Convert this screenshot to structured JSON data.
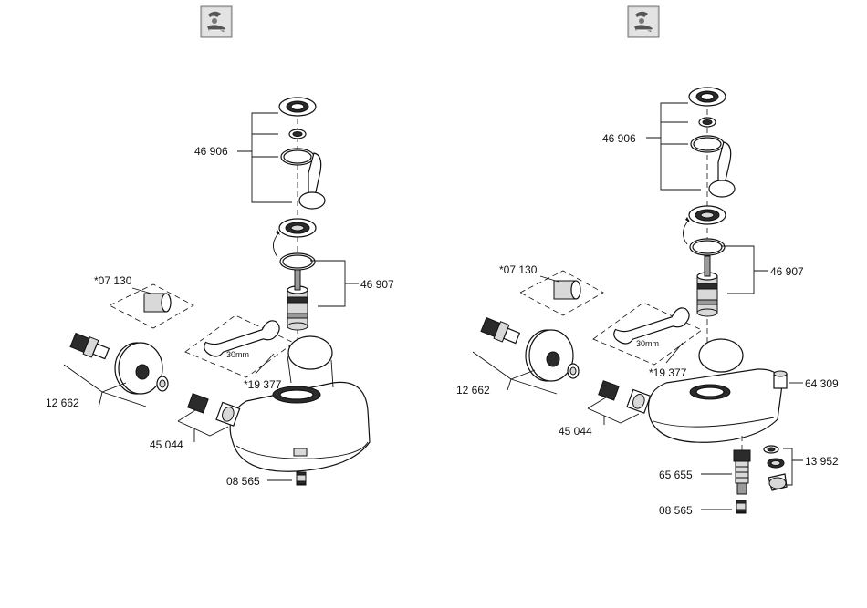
{
  "diagrams": [
    {
      "labels": {
        "cartridge_seals": "46 906",
        "cartridge": "46 907",
        "handle_cap": "*07 130",
        "spanner": "*19 377",
        "spanner_size": "30mm",
        "s_union": "12 662",
        "union_nut": "45 044",
        "check_valve": "08 565"
      }
    },
    {
      "labels": {
        "cartridge_seals": "46 906",
        "cartridge": "46 907",
        "handle_cap": "*07 130",
        "spanner": "*19 377",
        "spanner_size": "30mm",
        "s_union": "12 662",
        "union_nut": "45 044",
        "plug": "64 309",
        "aerator": "13 952",
        "diverter": "65 655",
        "check_valve": "08 565"
      }
    }
  ],
  "icons": [
    "water-saving-icon",
    "water-saving-icon"
  ]
}
